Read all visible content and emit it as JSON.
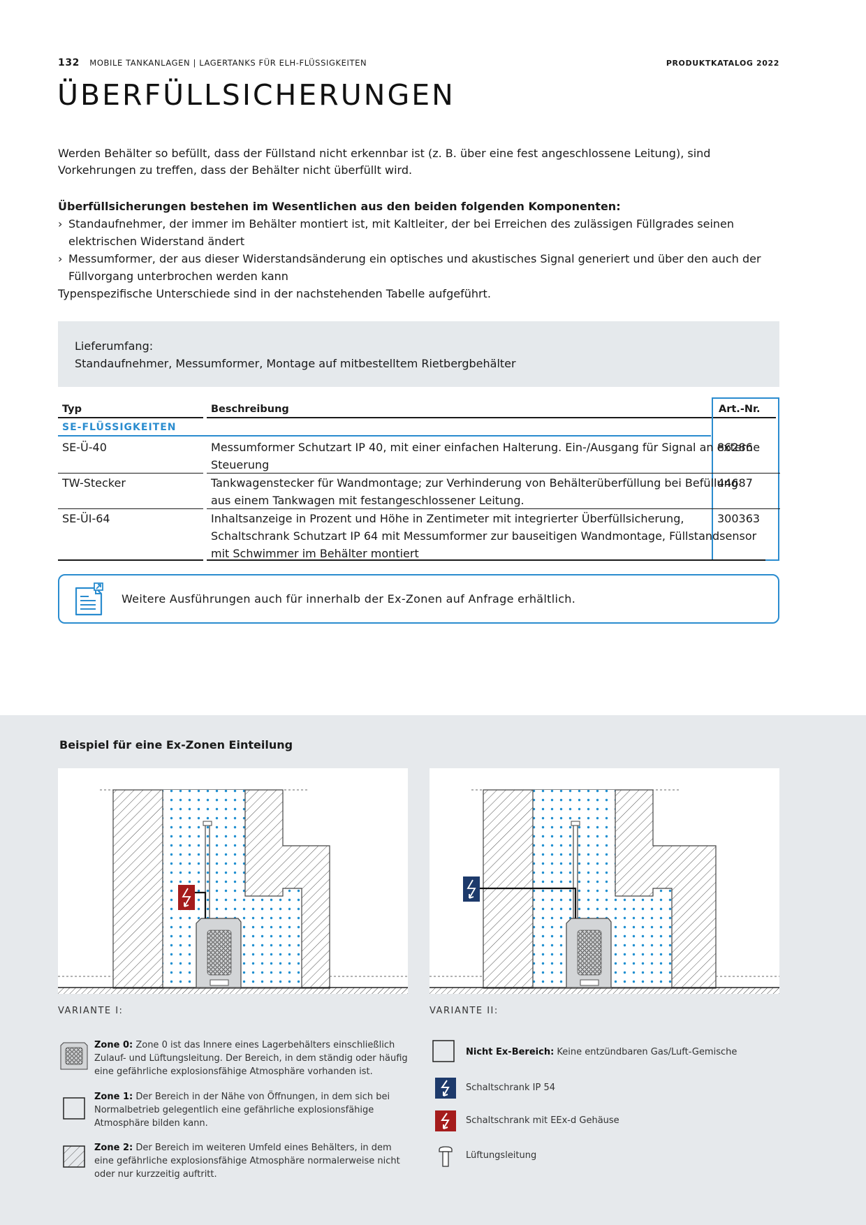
{
  "header": {
    "page_number": "132",
    "section": "MOBILE TANKANLAGEN | LAGERTANKS FÜR ELH-FLÜSSIGKEITEN",
    "catalog": "PRODUKTKATALOG 2022"
  },
  "title": "ÜBERFÜLLSICHERUNGEN",
  "intro": "Werden Behälter so befüllt, dass der Füllstand nicht erkennbar ist (z. B. über eine fest angeschlossene Leitung), sind Vorkehrungen zu treffen, dass der Behälter nicht überfüllt wird.",
  "components": {
    "lead": "Überfüllsicherungen bestehen im Wesentlichen aus den beiden folgenden Komponenten:",
    "bullet_marker": "›",
    "items": [
      "Standaufnehmer, der immer im Behälter montiert ist, mit Kaltleiter, der bei Erreichen des zulässigen Füllgrades seinen elektrischen Widerstand ändert",
      "Messumformer, der aus dieser Widerstandsänderung ein optisches und akustisches Signal generiert und über den auch der Füllvorgang unterbrochen werden kann"
    ],
    "footer": "Typenspezifische Unterschiede sind in der nachstehenden Tabelle aufgeführt."
  },
  "scope": {
    "label": "Lieferumfang:",
    "text": "Standaufnehmer, Messumformer, Montage auf mitbestelltem Rietbergbehälter"
  },
  "table": {
    "headers": {
      "typ": "Typ",
      "beschreibung": "Beschreibung",
      "art": "Art.-Nr."
    },
    "section": "SE-FLÜSSIGKEITEN",
    "rows": [
      {
        "typ": "SE-Ü-40",
        "beschreibung": "Messumformer Schutzart IP 40, mit einer einfachen Halterung. Ein-/Ausgang für Signal an externe Steuerung",
        "art": "86286"
      },
      {
        "typ": "TW-Stecker",
        "beschreibung": "Tankwagenstecker für Wandmontage; zur Verhinderung von Behälterüberfüllung bei Befüllung aus einem Tankwagen mit festangeschlossener Leitung.",
        "art": "44687"
      },
      {
        "typ": "SE-ÜI-64",
        "beschreibung": "Inhaltsanzeige in Prozent und Höhe in Zentimeter mit integrierter Überfüllsicherung, Schaltschrank Schutzart IP 64 mit Messumformer zur bauseitigen Wandmontage, Füllstandsensor mit Schwimmer im Behälter montiert",
        "art": "300363"
      }
    ]
  },
  "note": "Weitere Ausführungen auch für innerhalb der Ex-Zonen auf Anfrage erhältlich.",
  "example": {
    "title": "Beispiel für eine Ex-Zonen Einteilung",
    "variant1": "VARIANTE I:",
    "variant2": "VARIANTE II:"
  },
  "legend": {
    "zone0": {
      "label": "Zone 0:",
      "text": " Zone 0 ist das Innere eines Lagerbehälters einschließlich Zulauf- und Lüftungsleitung. Der Bereich, in dem ständig oder häufig eine gefährliche explosionsfähige Atmosphäre vorhanden ist."
    },
    "zone1": {
      "label": "Zone 1:",
      "text": " Der Bereich in der Nähe von Öffnungen, in dem sich bei Normalbetrieb gelegentlich eine gefährliche explosionsfähige Atmosphäre bilden kann."
    },
    "zone2": {
      "label": "Zone 2:",
      "text": " Der Bereich im weiteren Umfeld eines Behälters, in dem eine gefährliche explosionsfähige Atmosphäre normalerweise nicht oder nur kurzzeitig auftritt."
    },
    "nonex": {
      "label": "Nicht Ex-Bereich:",
      "text": " Keine entzündbaren Gas/Luft-Gemische"
    },
    "ip54": {
      "label": "Schaltschrank IP 54"
    },
    "eexd": {
      "label": "Schaltschrank mit EEx-d Gehäuse"
    },
    "vent": {
      "label": "Lüftungsleitung"
    }
  },
  "colors": {
    "accent_blue": "#2a8ccf",
    "dot_blue": "#1f8fd0",
    "navy": "#1d3a6b",
    "red": "#a51c1c",
    "grey_bg": "#e6e9ec"
  }
}
